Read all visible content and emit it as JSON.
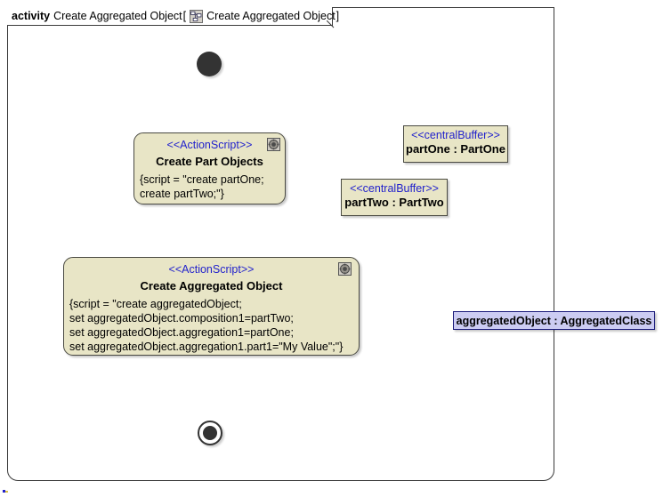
{
  "frame": {
    "keyword": "activity",
    "name": "Create Aggregated Object",
    "bracket_open": "[",
    "bracket_close": "]",
    "diagram_name": "Create Aggregated Object",
    "icon": "activity-diagram-icon"
  },
  "nodes": {
    "initial": {
      "name": "initial-node"
    },
    "final": {
      "name": "activity-final-node"
    },
    "create_part_objects": {
      "stereotype": "<<ActionScript>>",
      "name": "Create Part Objects",
      "script_lines": [
        "{script = \"create partOne;",
        "create partTwo;\"}"
      ],
      "badge_icon": "action-script-icon"
    },
    "create_aggregated_object": {
      "stereotype": "<<ActionScript>>",
      "name": "Create Aggregated Object",
      "script_lines": [
        "{script = \"create aggregatedObject;",
        "set aggregatedObject.composition1=partTwo;",
        "set aggregatedObject.aggregation1=partOne;",
        "set aggregatedObject.aggregation1.part1=\"My Value\";\"}"
      ],
      "badge_icon": "action-script-icon"
    },
    "part_one_buffer": {
      "stereotype": "<<centralBuffer>>",
      "name": "partOne : PartOne"
    },
    "part_two_buffer": {
      "stereotype": "<<centralBuffer>>",
      "name": "partTwo : PartTwo"
    },
    "aggregated_object": {
      "name": "aggregatedObject : AggregatedClass"
    }
  },
  "colors": {
    "node_fill": "#e8e5c6",
    "node_border": "#4a4a42",
    "stereotype_text": "#2222cc",
    "object_fill": "#ccccf2",
    "object_border": "#1a1a7a",
    "edge": "#3a3a3a",
    "control_node": "#333333",
    "canvas": "#ffffff"
  },
  "edges": [
    {
      "name": "initial-to-create-part-objects",
      "from": "initial",
      "to": "create_part_objects"
    },
    {
      "name": "create-part-objects-to-part-one",
      "from": "create_part_objects",
      "to": "part_one_buffer"
    },
    {
      "name": "create-part-objects-to-part-two",
      "from": "create_part_objects",
      "to": "part_two_buffer"
    },
    {
      "name": "create-part-objects-to-create-aggregated-object",
      "from": "create_part_objects",
      "to": "create_aggregated_object"
    },
    {
      "name": "part-two-to-create-aggregated-object",
      "from": "part_two_buffer",
      "to": "create_aggregated_object"
    },
    {
      "name": "part-one-to-create-aggregated-object",
      "from": "part_one_buffer",
      "to": "create_aggregated_object"
    },
    {
      "name": "create-aggregated-object-to-aggregated-object",
      "from": "create_aggregated_object",
      "to": "aggregated_object"
    },
    {
      "name": "create-aggregated-object-to-final",
      "from": "create_aggregated_object",
      "to": "final"
    }
  ]
}
